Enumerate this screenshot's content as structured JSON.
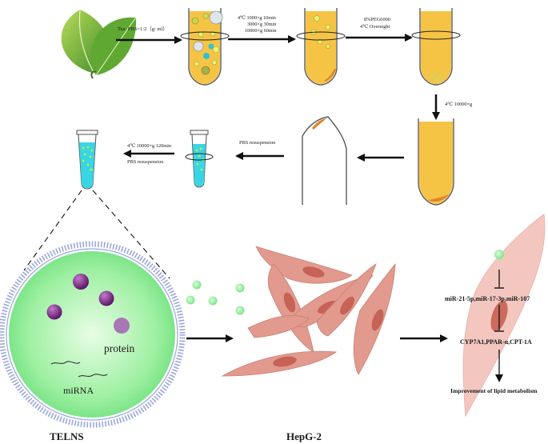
{
  "steps": {
    "ratio": "Tea: PBS=1:2（g: ml）",
    "centrifuge_line1": "4℃  1000×g 10min",
    "centrifuge_line2": "3000×g 30min",
    "centrifuge_line3": "10000×g 60min",
    "peg_line1": "8%PEG6000",
    "peg_line2": "4℃ Overnight",
    "spin_down": "4℃  10000×g",
    "pbs_resuspension_1": "PBS resuspension",
    "ultra_line1": "4℃  10000×g 120min",
    "ultra_line2": "PBS resuspension"
  },
  "vesicle": {
    "protein_label": "protein",
    "mirna_label": "miRNA",
    "caption": "TELNS"
  },
  "cells": {
    "caption": "HepG-2"
  },
  "mechanism": {
    "mirnas": "miR-21-5p,miR-17-3p,miR-107",
    "targets": "CYP7A1,PPAR-α,CPT-1A",
    "outcome": "Improvement of lipid metabolism"
  },
  "colors": {
    "tube_fill": "#f6c445",
    "tube_stroke": "#5a5a5a",
    "pellet": "#e0822c",
    "vesicle_green": "#9df0a3",
    "cell_pink": "#e29a8e",
    "nucleus": "#c66356",
    "protein_purple": "#7b2a82",
    "lipid_blue": "#9aa6dc"
  },
  "icons": [
    "tea-leaves-icon",
    "rotation-icon",
    "arrow-icon",
    "inhibition-icon"
  ]
}
